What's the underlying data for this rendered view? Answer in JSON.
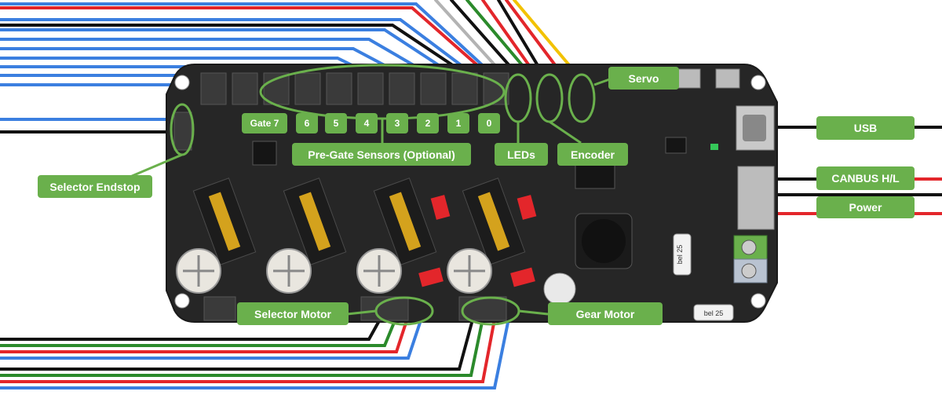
{
  "labels": {
    "servo": "Servo",
    "usb": "USB",
    "canbus": "CANBUS H/L",
    "power": "Power",
    "leds": "LEDs",
    "encoder": "Encoder",
    "pre_gate_sensors": "Pre-Gate Sensors (Optional)",
    "selector_endstop": "Selector Endstop",
    "selector_motor": "Selector Motor",
    "gear_motor": "Gear Motor"
  },
  "gates": [
    "Gate 7",
    "6",
    "5",
    "4",
    "3",
    "2",
    "1",
    "0"
  ],
  "board_markings": [
    "bel 25",
    "bel 25"
  ],
  "colors": {
    "label_green": "#6ab04c",
    "board": "#262626",
    "wire_red": "#e3262b",
    "wire_blue": "#3b7fe0",
    "wire_black": "#111111",
    "wire_green": "#2b8a2b",
    "wire_yellow": "#f2c200",
    "wire_grey": "#b3b3b3"
  }
}
